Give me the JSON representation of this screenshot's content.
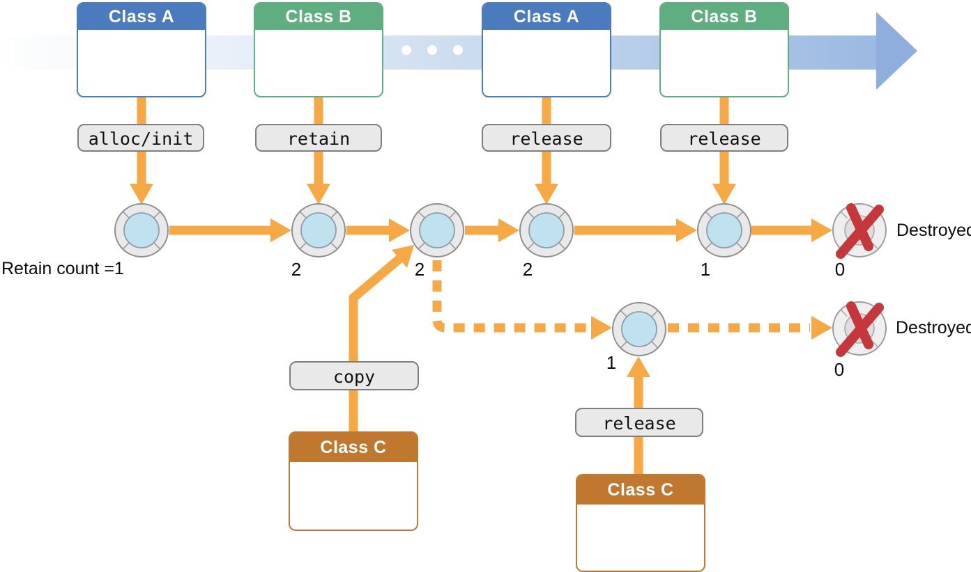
{
  "classes": [
    {
      "label": "Class A",
      "accent": "#4A7BBE"
    },
    {
      "label": "Class B",
      "accent": "#5FAE80"
    },
    {
      "label": "Class A",
      "accent": "#4A7BBE"
    },
    {
      "label": "Class B",
      "accent": "#5FAE80"
    },
    {
      "label": "Class C",
      "accent": "#C0782E"
    },
    {
      "label": "Class C",
      "accent": "#C0782E"
    }
  ],
  "actions": {
    "alloc_init": "alloc/init",
    "retain": "retain",
    "release_1": "release",
    "release_2": "release",
    "copy": "copy",
    "release_3": "release"
  },
  "counts": {
    "start": "Retain count =1",
    "row1": [
      "2",
      "2",
      "2",
      "1",
      "0"
    ],
    "row2": [
      "1",
      "0"
    ]
  },
  "labels": {
    "destroyed_1": "Destroyed",
    "destroyed_2": "Destroyed"
  },
  "colors": {
    "arrow_orange": "#F5A843",
    "timeline_blue": "#8FAEDD",
    "class_a_blue": "#4A7BBE",
    "class_b_green": "#5FAE80",
    "class_c_brown": "#C0782E",
    "pill_grey": "#E9E9E9",
    "object_inner_blue": "#BFE2EE",
    "destroyed_x_red": "#C5373B"
  }
}
